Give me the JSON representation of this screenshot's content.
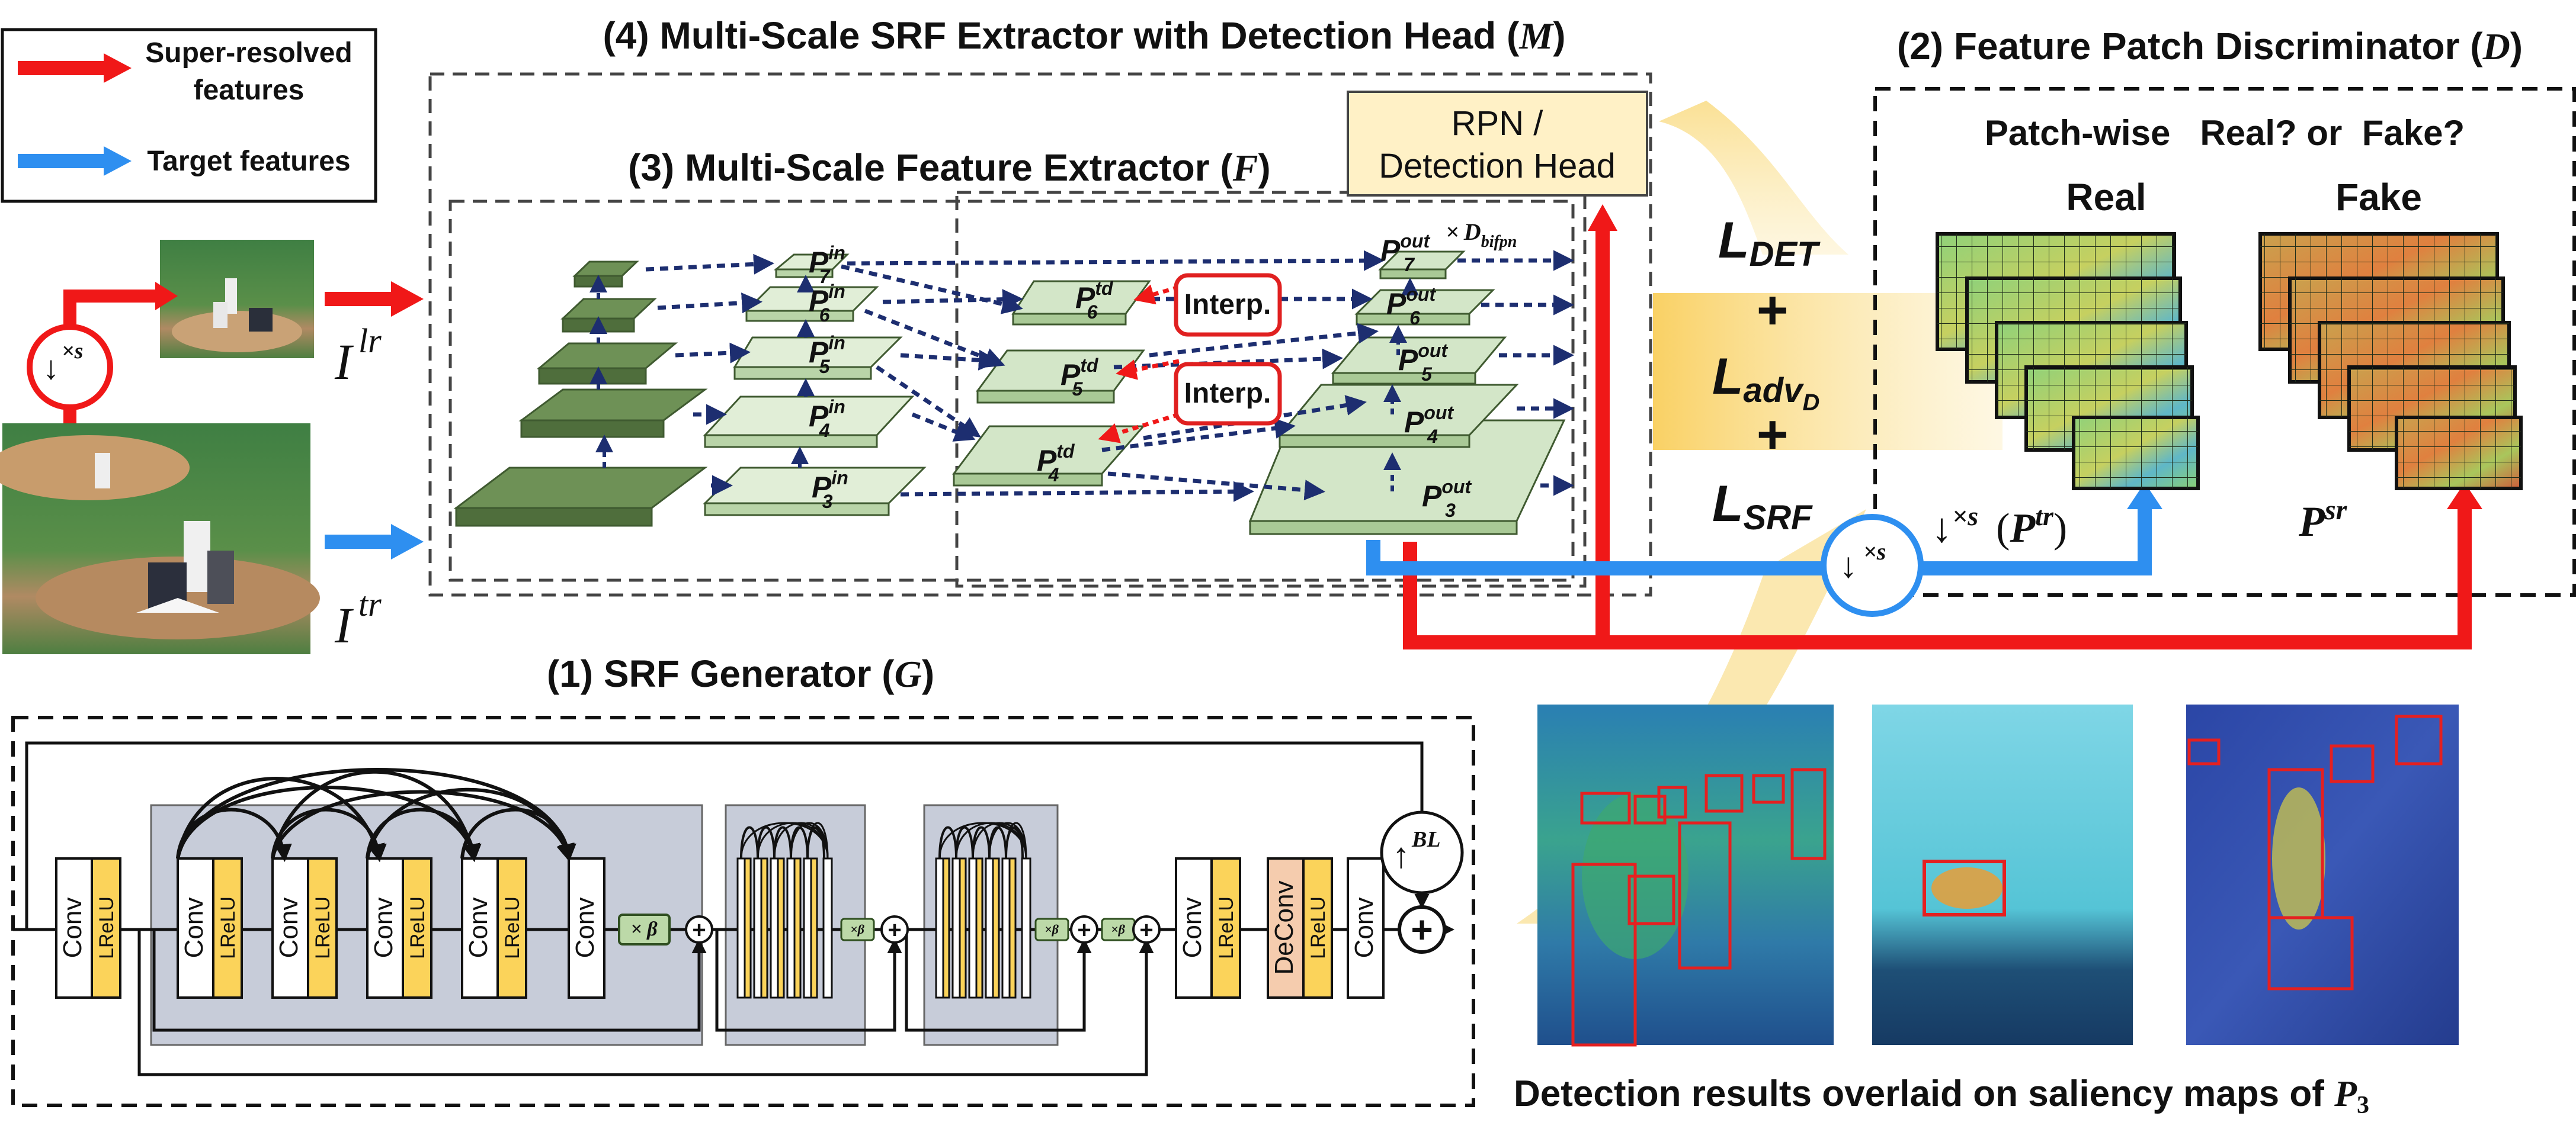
{
  "colors": {
    "red": "#f01818",
    "blue": "#2e8ff0",
    "navy": "#1d2e70",
    "dark_green": "#6e9156",
    "light_green": "#d3e6c8",
    "pale_green": "#e1eed7",
    "gold": "#f8c94a",
    "rpn_fill": "#fff1c6",
    "block_gray": "#c7ccd9",
    "lrelu_yellow": "#fbd35a",
    "deconv_salmon": "#f5ccae"
  },
  "legend": {
    "super_resolved_label_line1": "Super-resolved",
    "super_resolved_label_line2": "features",
    "target_label": "Target features"
  },
  "inputs": {
    "downsample_symbol": "↓",
    "downsample_sup": "×s",
    "lr_symbol": "I",
    "lr_sup": "lr",
    "tr_symbol": "I",
    "tr_sup": "tr"
  },
  "section_m": {
    "title": "(4) Multi-Scale SRF Extractor with Detection Head (",
    "symbol": "M",
    "close": ")"
  },
  "section_f": {
    "title": "(3) Multi-Scale Feature Extractor (",
    "symbol": "F",
    "close": ")"
  },
  "section_d": {
    "title": "(2) Feature Patch Discriminator (",
    "symbol": "D",
    "close": ")"
  },
  "section_g": {
    "title": "(1) SRF Generator (",
    "symbol": "G",
    "close": ")"
  },
  "rpn": {
    "line1": "RPN /",
    "line2": "Detection Head"
  },
  "bifpn": {
    "times": "×",
    "sym": "D",
    "sub": "bifpn"
  },
  "interp_label": "Interp.",
  "pyramid": {
    "p_sym": "P",
    "in_levels": [
      "7",
      "6",
      "5",
      "4",
      "3"
    ],
    "in_sup": "in",
    "td_levels": [
      "6",
      "5",
      "4"
    ],
    "td_sup": "td",
    "out_levels": [
      "7",
      "6",
      "5",
      "4",
      "3"
    ],
    "out_sup": "out"
  },
  "losses": {
    "det": {
      "sym": "L",
      "sub": "DET"
    },
    "adv": {
      "sym": "L",
      "sub": "adv",
      "subsub": "D"
    },
    "srf": {
      "sym": "L",
      "sub": "SRF"
    },
    "plus": "+"
  },
  "discriminator": {
    "question": "Patch-wise   Real? or  Fake?",
    "real_label": "Real",
    "fake_label": "Fake",
    "ptr_arrow": "↓",
    "ptr_sup": "×s",
    "ptr_open": "(",
    "ptr_sym": "P",
    "ptr_sup2": "tr",
    "ptr_close": ")",
    "psr_sym": "P",
    "psr_sup": "sr",
    "down_circle_arrow": "↓",
    "down_circle_sup": "×s"
  },
  "generator": {
    "conv": "Conv",
    "lrelu": "LReLU",
    "deconv": "DeConv",
    "beta": "× β",
    "beta_small": "×β",
    "up_arrow": "↑",
    "up_sup": "BL",
    "plus": "+"
  },
  "saliency": {
    "caption": "Detection results overlaid on saliency maps of ",
    "caption_sym": "P",
    "caption_sub": "3"
  }
}
